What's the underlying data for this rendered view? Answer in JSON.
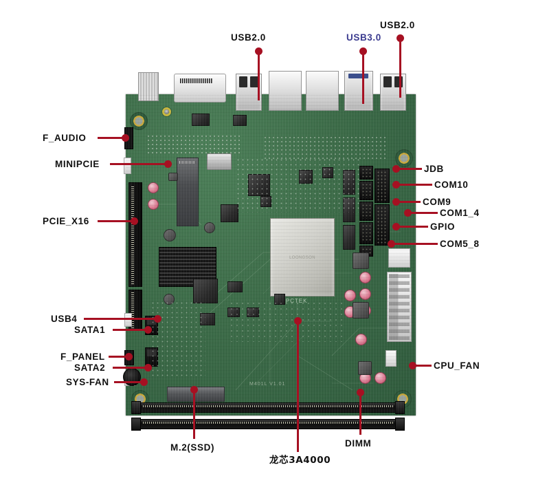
{
  "image": {
    "subject": "Loongson 3A4000 Mini-ITX industrial motherboard annotated diagram",
    "background_color": "#ffffff",
    "board_silkscreen": "M401L V1.01",
    "cpu_marking": "LOONGSON",
    "vendor_marking": "HPCTEK"
  },
  "colors": {
    "callout": "#a61022",
    "label_text": "#111111",
    "label_text_alt": "#3b3b8f",
    "pcb_green": "#3c6b48"
  },
  "callouts": [
    {
      "id": "usb20-left",
      "label": "USB2.0",
      "color": "#111111"
    },
    {
      "id": "usb30",
      "label": "USB3.0",
      "color": "#3b3b8f"
    },
    {
      "id": "usb20-right",
      "label": "USB2.0",
      "color": "#111111"
    },
    {
      "id": "f-audio",
      "label": "F_AUDIO",
      "color": "#111111"
    },
    {
      "id": "minipcie",
      "label": "MINIPCIE",
      "color": "#111111"
    },
    {
      "id": "pcie-x16",
      "label": "PCIE_X16",
      "color": "#111111"
    },
    {
      "id": "usb4",
      "label": "USB4",
      "color": "#111111"
    },
    {
      "id": "sata1",
      "label": "SATA1",
      "color": "#111111"
    },
    {
      "id": "f-panel",
      "label": "F_PANEL",
      "color": "#111111"
    },
    {
      "id": "sata2",
      "label": "SATA2",
      "color": "#111111"
    },
    {
      "id": "sys-fan",
      "label": "SYS-FAN",
      "color": "#111111"
    },
    {
      "id": "jdb",
      "label": "JDB",
      "color": "#111111"
    },
    {
      "id": "com10",
      "label": "COM10",
      "color": "#111111"
    },
    {
      "id": "com9",
      "label": "COM9",
      "color": "#111111"
    },
    {
      "id": "com1-4",
      "label": "COM1_4",
      "color": "#111111"
    },
    {
      "id": "gpio",
      "label": "GPIO",
      "color": "#111111"
    },
    {
      "id": "com5-8",
      "label": "COM5_8",
      "color": "#111111"
    },
    {
      "id": "cpu-fan",
      "label": "CPU_FAN",
      "color": "#111111"
    },
    {
      "id": "m2-ssd",
      "label": "M.2(SSD)",
      "color": "#111111"
    },
    {
      "id": "loongson",
      "label": "龙芯3A4000",
      "color": "#111111"
    },
    {
      "id": "dimm",
      "label": "DIMM",
      "color": "#111111"
    }
  ]
}
